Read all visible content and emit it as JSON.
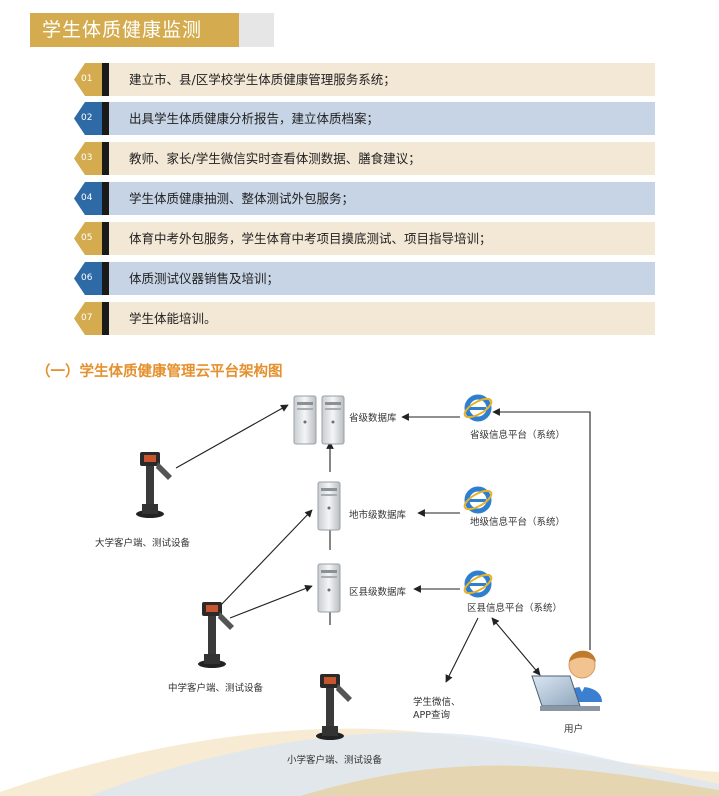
{
  "header": {
    "title": "学生体质健康监测"
  },
  "services": [
    {
      "num": "01",
      "text": "建立市、县/区学校学生体质健康管理服务系统；"
    },
    {
      "num": "02",
      "text": "出具学生体质健康分析报告，建立体质档案；"
    },
    {
      "num": "03",
      "text": "教师、家长/学生微信实时查看体测数据、膳食建议；"
    },
    {
      "num": "04",
      "text": "学生体质健康抽测、整体测试外包服务；"
    },
    {
      "num": "05",
      "text": "体育中考外包服务，学生体育中考项目摸底测试、项目指导培训；"
    },
    {
      "num": "06",
      "text": "体质测试仪器销售及培训；"
    },
    {
      "num": "07",
      "text": "学生体能培训。"
    }
  ],
  "diagram": {
    "title": "（一）学生体质健康管理云平台架构图",
    "nodes": {
      "province_db": "省级数据库",
      "city_db": "地市级数据库",
      "district_db": "区县级数据库",
      "province_platform": "省级信息平台（系统）",
      "city_platform": "地级信息平台（系统）",
      "district_platform": "区县信息平台（系统）",
      "university_client": "大学客户端、测试设备",
      "middle_client": "中学客户端、测试设备",
      "primary_client": "小学客户端、测试设备",
      "wechat_line1": "学生微信、",
      "wechat_line2": "APP查询",
      "user": "用户"
    }
  },
  "colors": {
    "gold": "#d4ac4f",
    "blue": "#2e6aa6",
    "orange": "#e5902e",
    "odd_row": "#f3e8d6",
    "even_row": "#c6d4e6"
  }
}
